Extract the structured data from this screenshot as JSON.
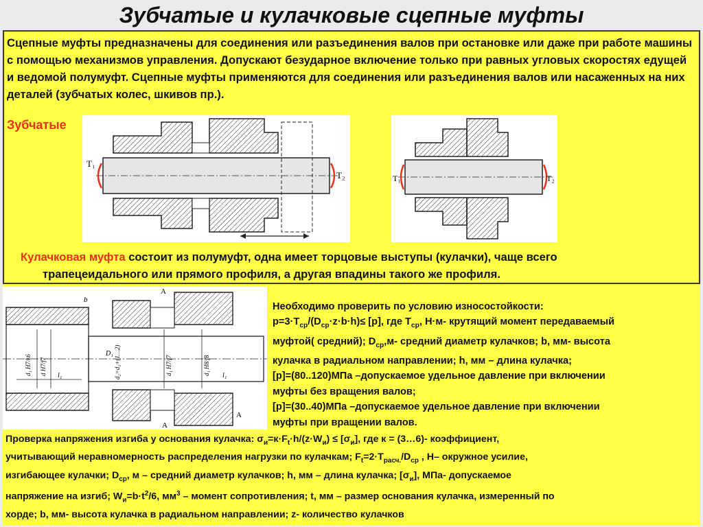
{
  "title": "Зубчатые и кулачковые сцепные муфты",
  "intro": "Сцепные муфты предназначены для соединения или разъединения валов при остановке или даже при работе машины с помощью механизмов управления. Допускают безударное включение только при равных угловых скоростях едущей и ведомой полумуфт. Сцепные муфты применяются для соединения или разъединения валов или насаженных на них деталей (зубчатых колес, шкивов пр.).",
  "toothed_heading": "Зубчатые",
  "cam": {
    "term": "Кулачковая муфта",
    "text1": " состоит из полумуфт, одна имеет торцовые выступы (кулачки), чаще всего",
    "text2": "трапецеидального или прямого профиля, а другая впадины такого же профиля."
  },
  "check": {
    "heading": "Необходимо проверить по условию износостойкости:",
    "l1_a": "p=3·T",
    "l1_sub1": "ср",
    "l1_b": "/(D",
    "l1_sub2": "ср",
    "l1_c": "·z·b·h)≤ [p], где T",
    "l1_sub3": "ср",
    "l1_d": ", H·м- крутящий момент передаваемый",
    "l2_a": "муфтой( средний); D",
    "l2_sub": "ср",
    "l2_b": ",м- средний диаметр кулачков; b, мм- высота",
    "l3": "кулачка в радиальном направлении; h, мм – длина кулачка;",
    "l4": "[p]=(80..120)МПа –допускаемое удельное давление при включении",
    "l5": "муфты без вращения валов;",
    "l6": "[p]=(30..40)МПа –допускаемое удельное давление при включении",
    "l7": "муфты при вращении валов."
  },
  "bend": {
    "p1": "Проверка напряжения изгиба у основания кулачка:  σ",
    "p1_sub1": "и",
    "p1b": "=к·F",
    "p1_sub2": "t",
    "p1c": "·h/(z·W",
    "p1_sub3": "и",
    "p1d": ") ≤ [σ",
    "p1_sub4": "и",
    "p1e": "], где к = (3…6)- коэффициент,",
    "l2a": "учитывающий неравномерность распределения  нагрузки по кулачкам; F",
    "l2_sub1": "t",
    "l2b": "=2·T",
    "l2_sub2": "расч.",
    "l2c": "/D",
    "l2_sub3": "ср",
    "l2d": " , H– окружное усилие,",
    "l3a": "изгибающее кулачки; D",
    "l3_sub": "ср",
    "l3b": ", м – средний диаметр кулачков; h, мм – длина кулачка;  [σ",
    "l3_sub2": "и",
    "l3c": "], МПа- допускаемое",
    "l4a": "напряжение на изгиб; W",
    "l4_sub": "и",
    "l4b": "=b·t",
    "l4_sup1": "2",
    "l4c": "/6, мм",
    "l4_sup2": "3",
    "l4d": " – момент сопротивления; t, мм – размер основания кулачка, измеренный по",
    "l5": "хорде; b, мм- высота кулачка в радиальном направлении; z- количество кулачков"
  },
  "fig1": {
    "t1": "T₁",
    "t2": "T₂"
  },
  "fig2": {
    "t1": "T₁",
    "t2": "T₂"
  },
  "fig3": {
    "label_b": "b",
    "label_a1": "A",
    "label_a2": "A",
    "label_a3": "A",
    "dim_d1": "d₁ H7/k6",
    "dim_d2": "d H7/f7",
    "dim_d3": "d₂=d₁+(1…2)",
    "dim_d4": "d₁ H7/f7",
    "dim_d5": "d₁ H8/f8",
    "dim_D1": "D₁",
    "dim_l1": "l₁",
    "dim_l2": "l₁"
  },
  "colors": {
    "panel": "#ffff45",
    "accent": "#e8301a",
    "hatch": "#555555"
  }
}
